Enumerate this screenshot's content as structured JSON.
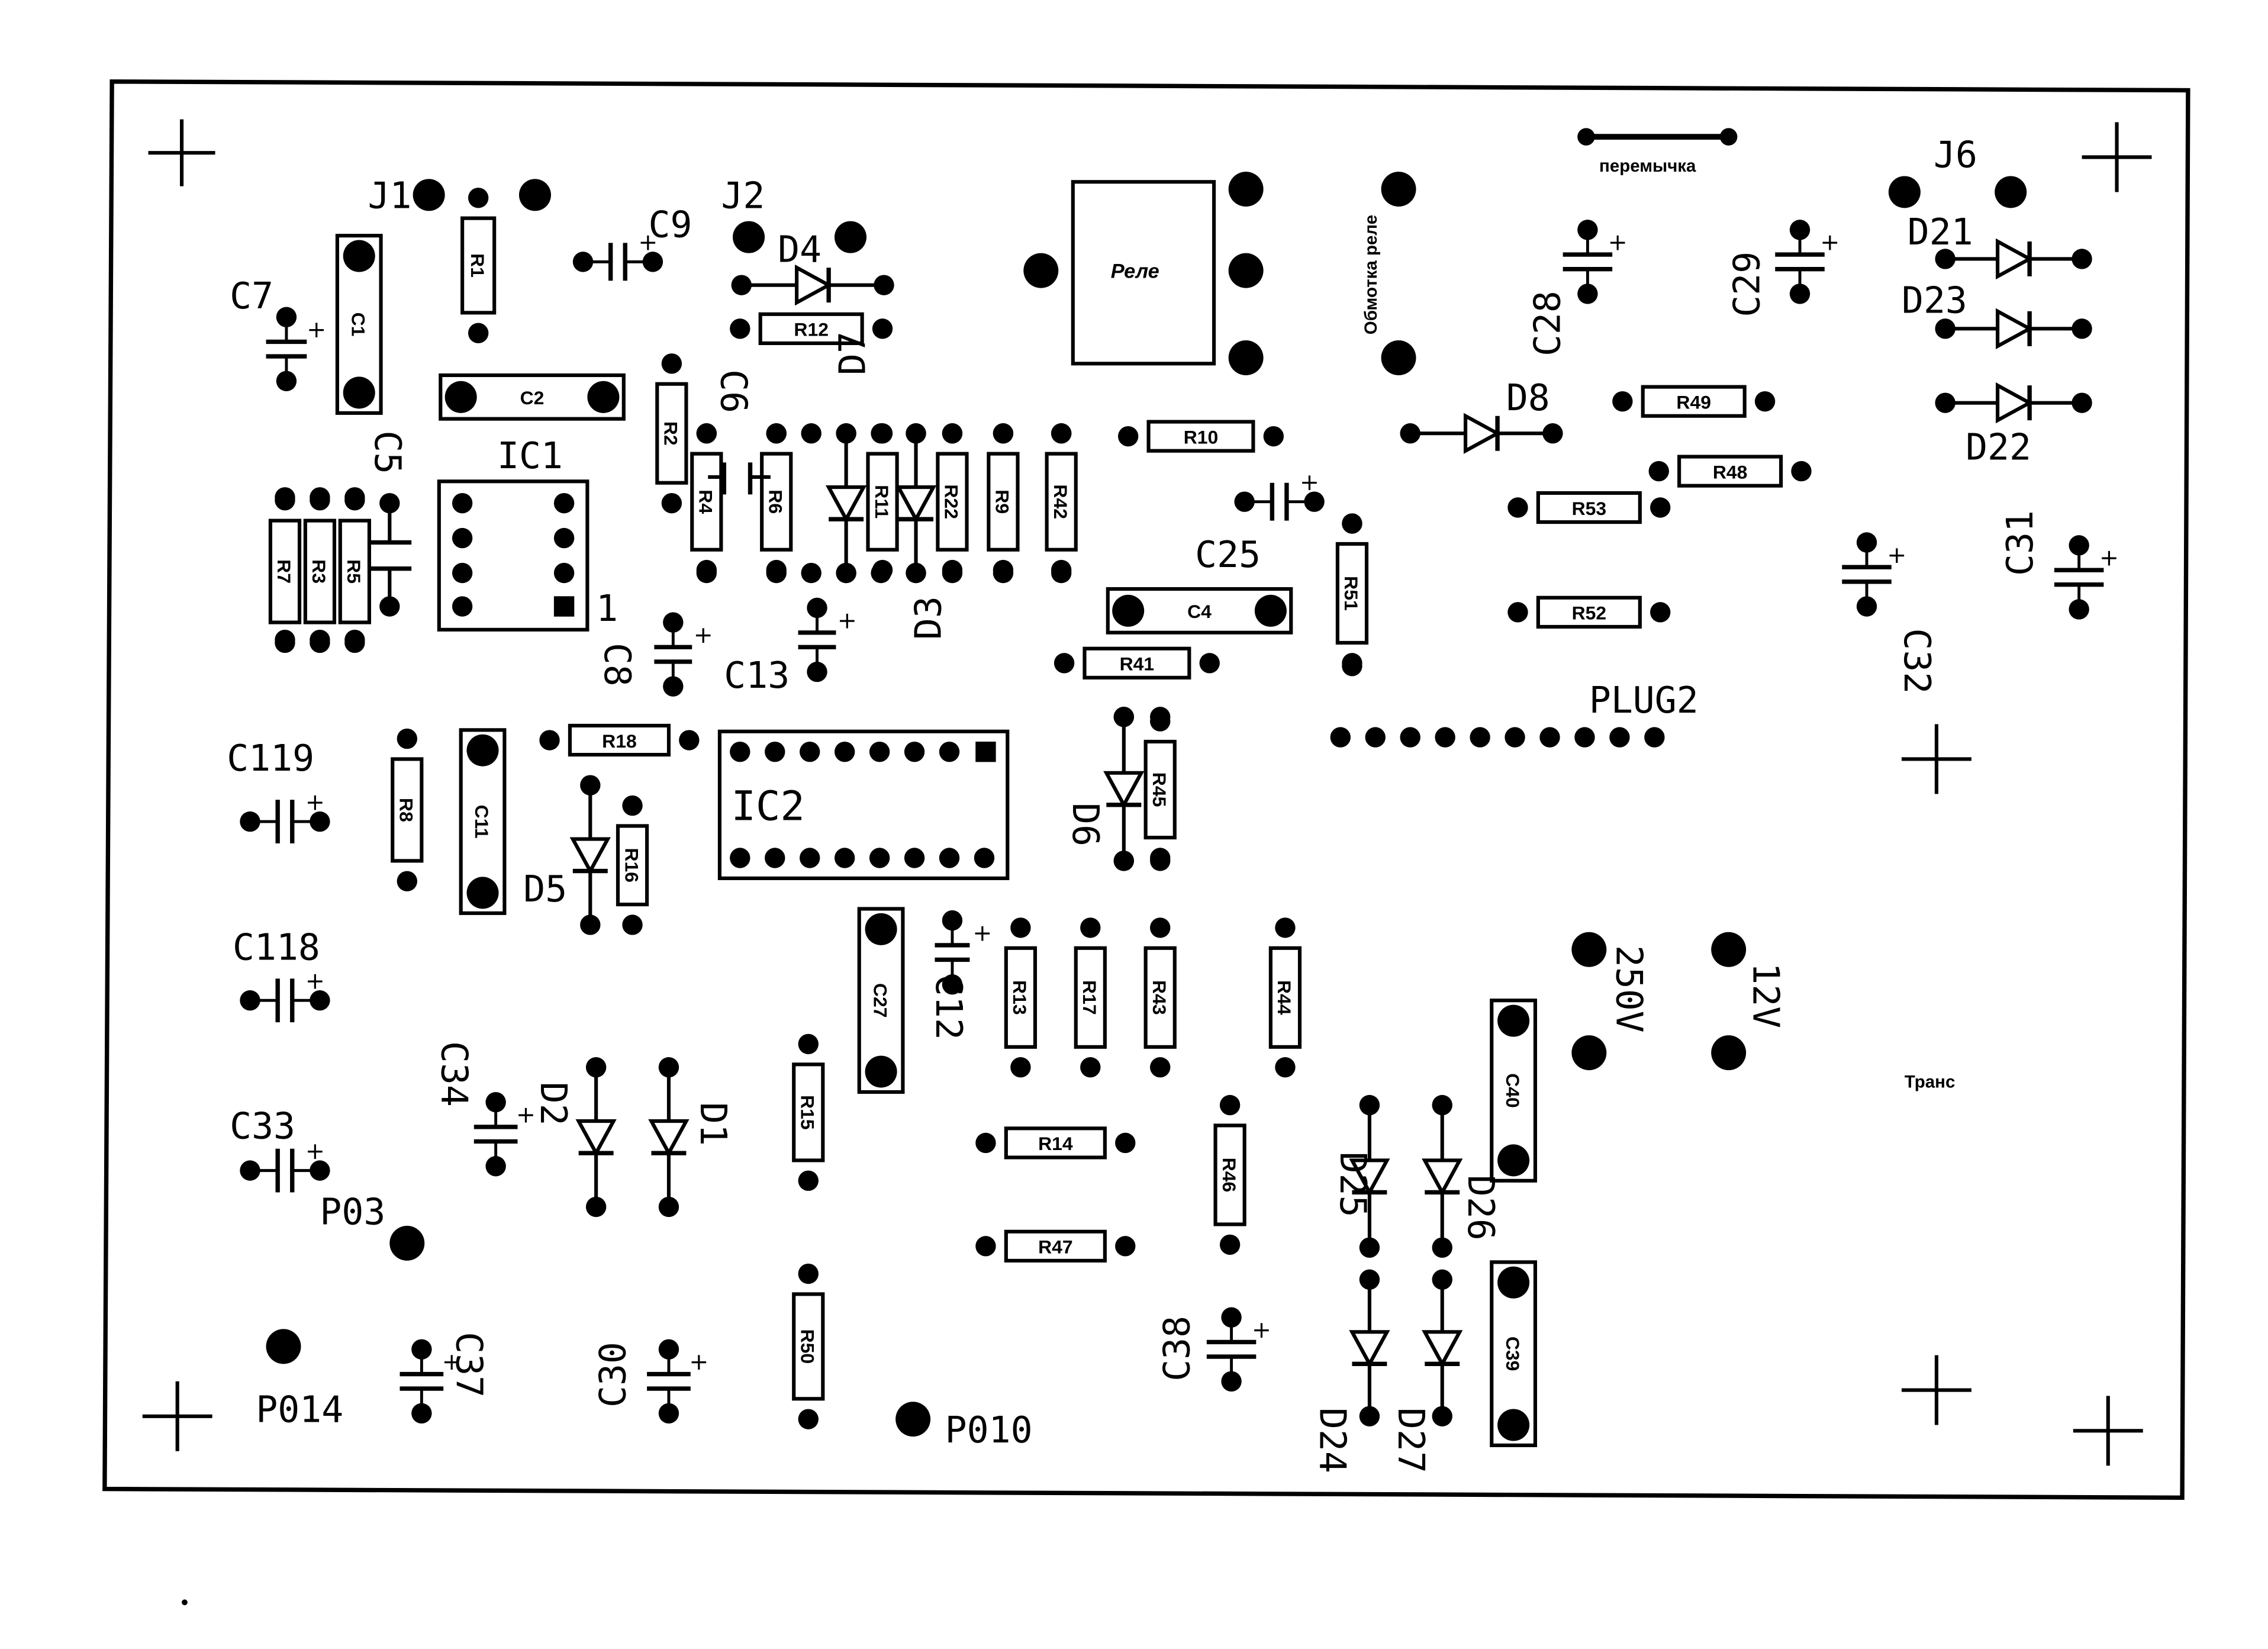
{
  "board": {
    "labels": {
      "J1": "J1",
      "J2": "J2",
      "J6": "J6",
      "C7": "C7",
      "C9": "C9",
      "D4": "D4",
      "C28": "C28",
      "C29": "C29",
      "D21": "D21",
      "D23": "D23",
      "D22": "D22",
      "C5": "C5",
      "IC1": "IC1",
      "pin1": "1",
      "C6": "C6",
      "D7": "D7",
      "D3": "D3",
      "C25": "C25",
      "D8": "D8",
      "C31": "C31",
      "C32": "C32",
      "C8": "C8",
      "C13": "C13",
      "PLUG2": "PLUG2",
      "C119": "C119",
      "D5": "D5",
      "IC2": "IC2",
      "D6": "D6",
      "C118": "C118",
      "C12": "C12",
      "V250": "250V",
      "V12": "12V",
      "C34": "C34",
      "D2": "D2",
      "D1": "D1",
      "C33": "C33",
      "P03": "P03",
      "D25": "D25",
      "D26": "D26",
      "C38": "C38",
      "C37": "C37",
      "C30": "C30",
      "P014": "P014",
      "P010": "P010",
      "D24": "D24",
      "D27": "D27"
    },
    "parts": {
      "R1": "R1",
      "C1": "C1",
      "R12": "R12",
      "C2": "C2",
      "R2": "R2",
      "R4": "R4",
      "R6": "R6",
      "R11": "R11",
      "R22": "R22",
      "R9": "R9",
      "R42": "R42",
      "R10": "R10",
      "R49": "R49",
      "R48": "R48",
      "R53": "R53",
      "R52": "R52",
      "R51": "R51",
      "R7": "R7",
      "R3": "R3",
      "R5": "R5",
      "C4": "C4",
      "R41": "R41",
      "R18": "R18",
      "R8": "R8",
      "C11": "C11",
      "R16": "R16",
      "R45": "R45",
      "C27": "C27",
      "R13": "R13",
      "R17": "R17",
      "R43": "R43",
      "R44": "R44",
      "R15": "R15",
      "R14": "R14",
      "R47": "R47",
      "R46": "R46",
      "C40": "C40",
      "C39": "C39",
      "R50": "R50"
    },
    "notes": {
      "relay": "Реле",
      "coil": "Обмотка реле",
      "jumper": "перемычка",
      "trans": "Транс"
    }
  }
}
